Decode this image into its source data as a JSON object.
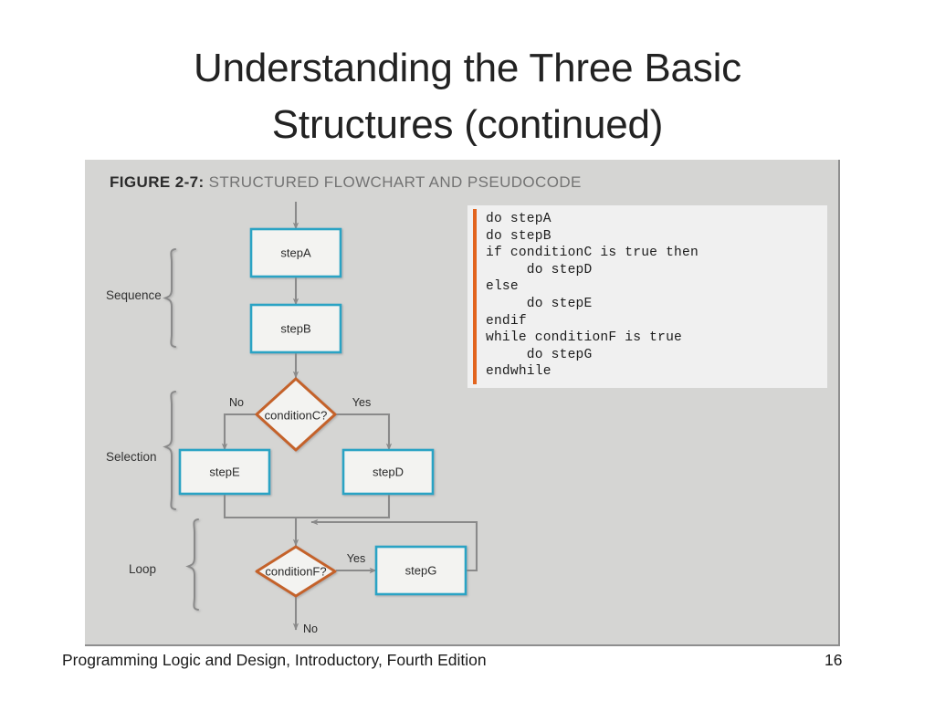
{
  "slide": {
    "title_line1": "Understanding the Three Basic",
    "title_line2": "Structures (continued)"
  },
  "figure": {
    "number_label": "FIGURE 2-7:",
    "description": "STRUCTURED FLOWCHART AND PSEUDOCODE"
  },
  "pseudocode": {
    "lines": [
      "do stepA",
      "do stepB",
      "if conditionC is true then",
      "     do stepD",
      "else",
      "     do stepE",
      "endif",
      "while conditionF is true",
      "     do stepG",
      "endwhile"
    ],
    "text": "do stepA\ndo stepB\nif conditionC is true then\n     do stepD\nelse\n     do stepE\nendif\nwhile conditionF is true\n     do stepG\nendwhile",
    "accent_color": "#e2641e"
  },
  "structure_labels": {
    "sequence": "Sequence",
    "selection": "Selection",
    "loop": "Loop"
  },
  "flowchart": {
    "process_nodes": [
      {
        "id": "stepA",
        "label": "stepA"
      },
      {
        "id": "stepB",
        "label": "stepB"
      },
      {
        "id": "stepE",
        "label": "stepE"
      },
      {
        "id": "stepD",
        "label": "stepD"
      },
      {
        "id": "stepG",
        "label": "stepG"
      }
    ],
    "decision_nodes": [
      {
        "id": "conditionC",
        "label": "conditionC?"
      },
      {
        "id": "conditionF",
        "label": "conditionF?"
      }
    ],
    "edge_labels": {
      "c_no": "No",
      "c_yes": "Yes",
      "f_yes": "Yes",
      "f_no": "No"
    },
    "colors": {
      "process_border": "#2ba3c4",
      "decision_border": "#c4622c",
      "node_fill": "#f3f3f1",
      "connector": "#8a8a8a",
      "panel_bg": "#d5d5d3"
    }
  },
  "footer": {
    "book_title": "Programming Logic and Design, Introductory, Fourth Edition",
    "page_number": "16"
  }
}
